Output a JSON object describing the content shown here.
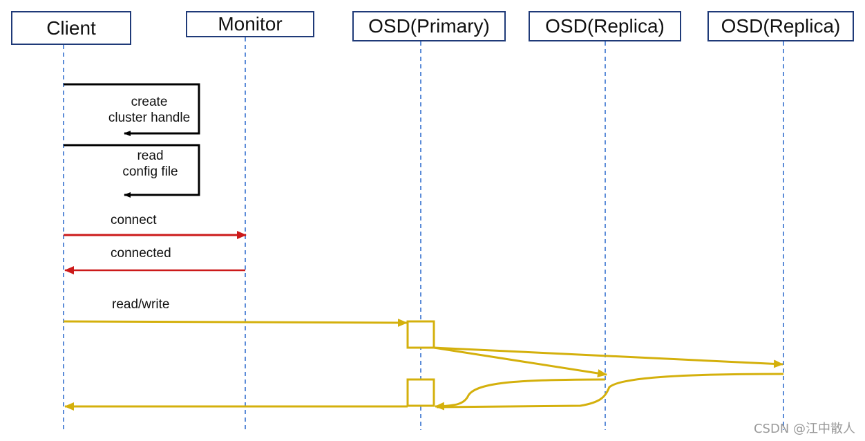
{
  "actors": [
    {
      "id": "client",
      "label": "Client"
    },
    {
      "id": "monitor",
      "label": "Monitor"
    },
    {
      "id": "primary",
      "label": "OSD(Primary)"
    },
    {
      "id": "replica1",
      "label": "OSD(Replica)"
    },
    {
      "id": "replica2",
      "label": "OSD(Replica)"
    }
  ],
  "messages": {
    "create_line1": "create",
    "create_line2": "cluster handle",
    "read_line1": "read",
    "read_line2": "config file",
    "connect": "connect",
    "connected": "connected",
    "read_write": "read/write"
  },
  "colors": {
    "actor_border": "#1f3a78",
    "lifeline": "#4a7fd4",
    "self_call": "#000000",
    "monitor_messages": "#cc1a1a",
    "osd_messages": "#d4b00c"
  },
  "watermark": "CSDN @江中散人"
}
